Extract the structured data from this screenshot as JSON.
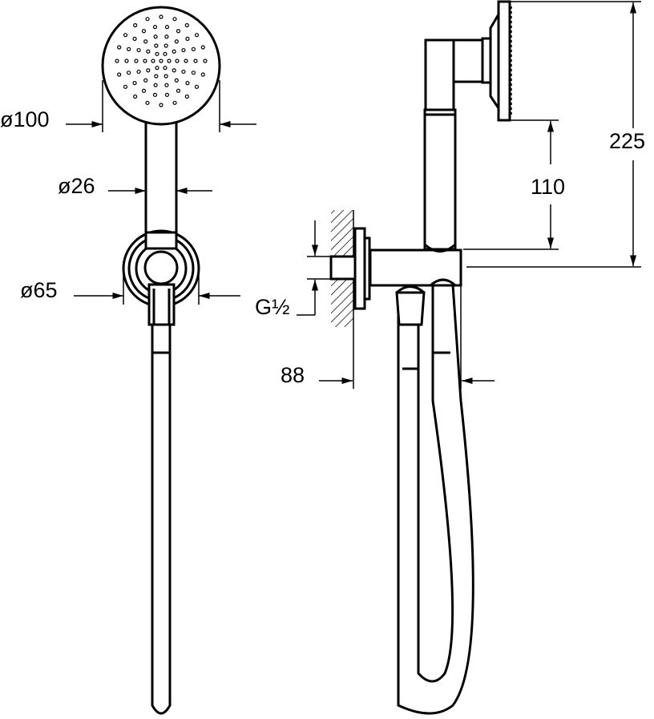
{
  "drawing": {
    "front_view": {
      "head_diameter": "ø100",
      "handle_diameter": "ø26",
      "holder_diameter": "ø65"
    },
    "side_view": {
      "thread": "G½",
      "projection": "88",
      "head_above_holder": "110",
      "total_height": "225"
    }
  }
}
